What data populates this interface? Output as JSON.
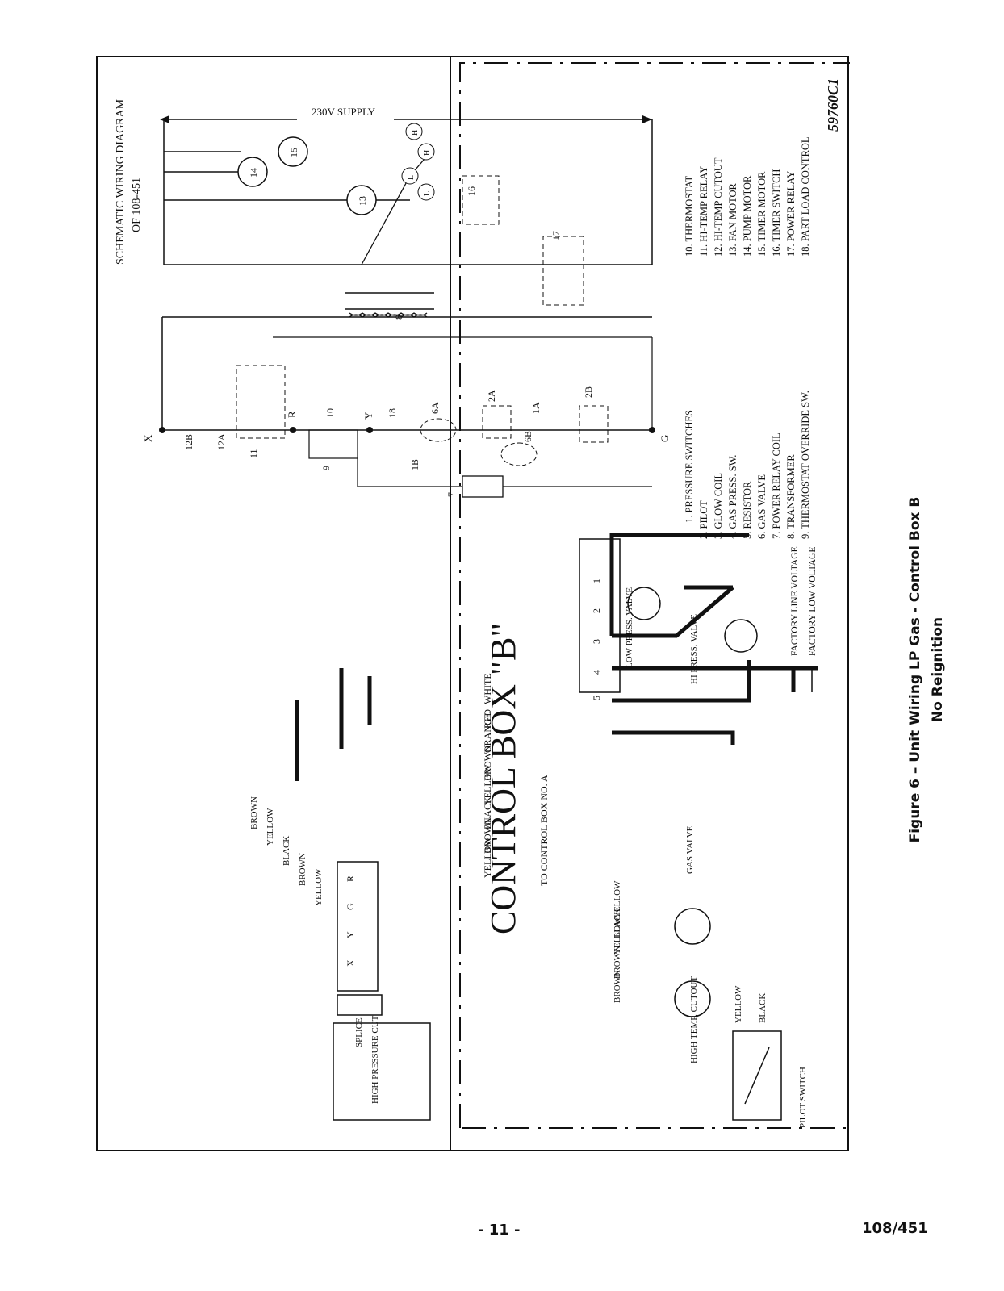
{
  "control_box": {
    "title": "CONTROL BOX \"B\"",
    "terminal_strip_top": [
      "1",
      "2",
      "3",
      "4",
      "5"
    ],
    "terminal_strip_bottom": [
      "R",
      "G",
      "Y",
      "X"
    ],
    "low_press_valve": "LOW PRESS. VALVE",
    "hi_press_valve": "HI PRESS. VALVE",
    "gas_valve": "GAS VALVE",
    "high_temp_cutout": "HIGH TEMP. CUTOUT",
    "pilot_switch": "PILOT SWITCH",
    "high_pressure_cutout": "HIGH PRESSURE CUTOUT",
    "splice": "SPLICE",
    "to_control_box": "TO CONTROL BOX NO. A",
    "bundle_labels": [
      "WHITE",
      "RED",
      "ORANGE",
      "BROWN",
      "YELLOW",
      "BLACK",
      "BROWN",
      "YELLOW"
    ],
    "vertical_labels": [
      "BROWN",
      "YELLOW",
      "BLACK",
      "BROWN",
      "YELLOW"
    ],
    "gas_valve_wires": [
      "YELLOW",
      "BLACK"
    ],
    "cutout_wires": [
      "YELLOW",
      "BROWN",
      "BROWN"
    ],
    "pilot_wires": [
      "YELLOW",
      "BLACK"
    ],
    "legend": [
      "FACTORY LINE VOLTAGE",
      "FACTORY LOW VOLTAGE"
    ]
  },
  "schematic": {
    "title_line1": "SCHEMATIC WIRING DIAGRAM",
    "title_line2": "OF 108-451",
    "supply": "230V SUPPLY",
    "labels": {
      "X": "X",
      "R": "R",
      "Y": "Y",
      "G": "G",
      "12B": "12B",
      "12A": "12A",
      "11": "11",
      "10": "10",
      "9": "9",
      "18": "18",
      "6A": "6A",
      "6B": "6B",
      "2A": "2A",
      "1A": "1A",
      "1B": "1B",
      "2B": "2B",
      "7": "7",
      "8": "8",
      "13": "13",
      "14": "14",
      "15": "15",
      "16": "16",
      "17": "17",
      "L": "L",
      "H": "H"
    },
    "parts_left": [
      "1.  PRESSURE SWITCHES",
      "2.  PILOT",
      "3.  GLOW COIL",
      "4.  GAS PRESS. SW.",
      "5.  RESISTOR",
      "6.  GAS VALVE",
      "7.  POWER RELAY COIL",
      "8.  TRANSFORMER",
      "9.  THERMOSTAT OVERRIDE SW."
    ],
    "parts_right": [
      "10.  THERMOSTAT",
      "11.  HI-TEMP RELAY",
      "12.  HI-TEMP CUTOUT",
      "13.  FAN MOTOR",
      "14.  PUMP MOTOR",
      "15.  TIMER MOTOR",
      "16.  TIMER SWITCH",
      "17.  POWER RELAY",
      "18.  PART LOAD CONTROL"
    ],
    "code": "59760C1"
  },
  "caption": {
    "line1": "Figure 6 – Unit Wiring LP Gas - Control Box B",
    "line2": "No Reignition"
  },
  "footer": {
    "page_number": "- 11 -",
    "doc_ref": "108/451"
  }
}
